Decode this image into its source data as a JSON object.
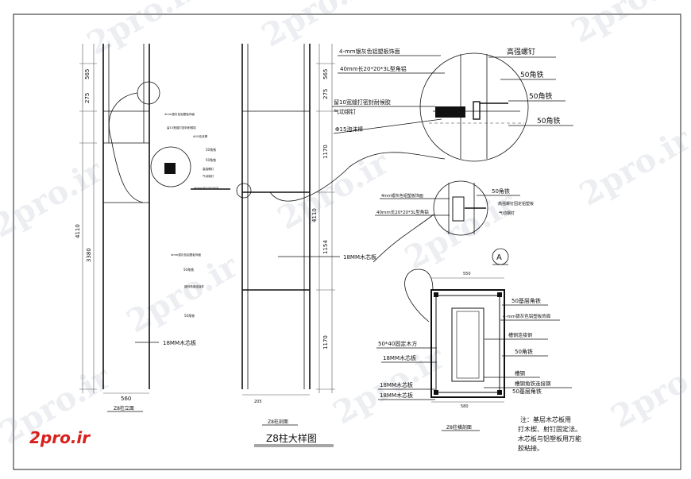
{
  "drawing": {
    "main_title": "Z8柱大样图",
    "view_titles": {
      "elevation": "Z8柱立面",
      "section": "Z8柱剖面",
      "plan": "Z8柱横剖面"
    },
    "section_marker": "A"
  },
  "dimensions": {
    "left_height_1": "4110",
    "left_height_2": "3380",
    "left_top_1": "565",
    "left_top_2": "275",
    "left_width": "560",
    "mid_top_1": "565",
    "mid_top_2": "275",
    "mid_seg_1": "1170",
    "mid_seg_2": "1154",
    "mid_seg_3": "1170",
    "mid_total": "4110",
    "mid_width": "205",
    "plan_top": "550",
    "plan_bottom": "580"
  },
  "labels": {
    "detail1_panel": "4-mm银灰色铝塑板饰面",
    "detail1_angle": "40mm长20*20*3L型角铝",
    "detail1_sealant": "留10宽缝打密封耐候胶",
    "detail1_nail": "气动钢钉",
    "detail1_foam": "Φ15泡沫棒",
    "detail1_bolt": "高强螺钉",
    "detail1_angle50_a": "50角铁",
    "detail1_angle50_b": "50角铁",
    "detail1_angle50_c": "50角铁",
    "detail2_angle50": "50角铁",
    "detail2_panel": "4mm银灰色铝塑板饰面",
    "detail2_screw": "高强螺钉固定铝塑板",
    "detail2_angleL": "40mm长20*20*3L型角铝",
    "detail2_nail": "气动钢钉",
    "mid_board": "18MM木芯板",
    "left_board": "18MM木芯板",
    "left_small_1": "4mm银灰色铝塑板饰面",
    "left_small_2": "50角铁",
    "left_small_3": "镀锌角钢连接件",
    "left_small_4": "50角铁",
    "elev_small_1": "4mm银灰色铝塑板饰面",
    "elev_small_2": "留10宽缝打密封耐候胶",
    "elev_small_3": "Φ15泡沫棒",
    "elev_small_4": "50角铁",
    "elev_small_5": "50角铁",
    "elev_small_6": "高强螺钉",
    "elev_small_7": "气动钢钉",
    "elev_small_8": "40mm长20*20*3L",
    "plan_angle_base": "50基层角铁",
    "plan_panel": "4-mm银灰色铝塑板饰面",
    "plan_steel": "槽钢连接钢",
    "plan_angle50": "50角铁",
    "plan_wood": "50*40固定木方",
    "plan_board1": "18MM木芯板",
    "plan_board2": "18MM木芯板",
    "plan_board3": "18MM木芯板",
    "plan_channel": "槽钢",
    "plan_channel_conn": "槽钢角铁连接钢",
    "plan_angle_base2": "50基层角铁"
  },
  "note": {
    "line1": "注：基层木芯板用",
    "line2": "打木楔、射钉固定法。",
    "line3": "木芯板与铝塑板用万能",
    "line4": "胶粘接。"
  },
  "watermark": {
    "text": "2pro.ir"
  },
  "colors": {
    "line": "#111111",
    "logo_red": "#d8201c",
    "watermark": "#9aa7b8"
  }
}
